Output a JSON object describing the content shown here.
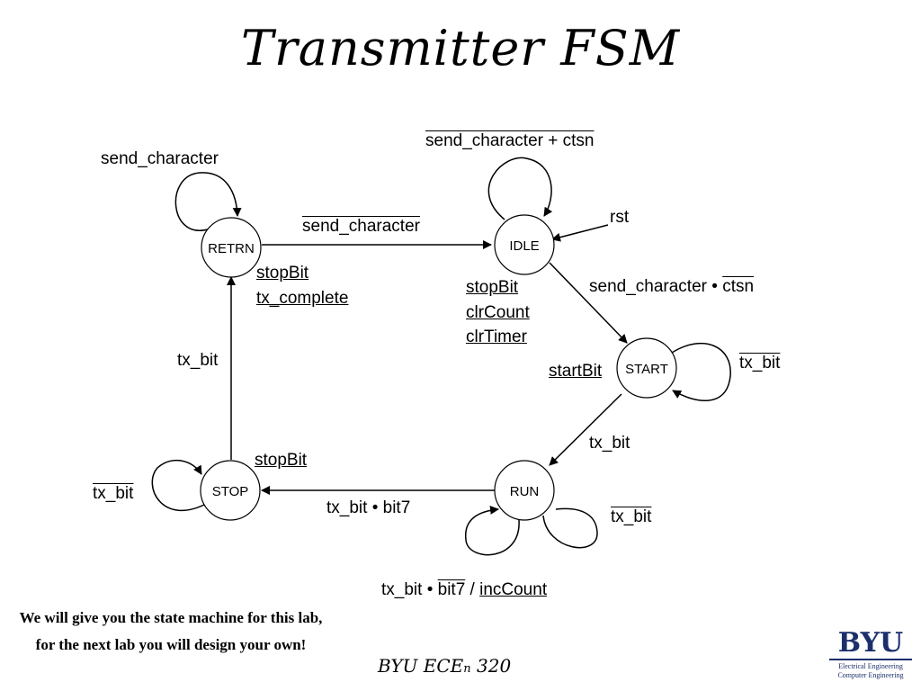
{
  "title": "Transmitter FSM",
  "states": {
    "retrn": "RETRN",
    "idle": "IDLE",
    "start": "START",
    "run": "RUN",
    "stop": "STOP"
  },
  "labels": {
    "retrn_self": "send_character",
    "retrn_to_idle": "send_character",
    "idle_self": "send_character + ctsn",
    "rst": "rst",
    "idle_to_start_a": "send_character •",
    "idle_to_start_b": "ctsn",
    "start_self": "tx_bit",
    "start_to_run": "tx_bit",
    "run_self": "tx_bit",
    "run_self_cond_a": "tx_bit •",
    "run_self_cond_b": "bit7",
    "run_self_cond_sep": "/",
    "run_to_stop": "tx_bit • bit7",
    "stop_self": "tx_bit",
    "stop_to_retrn": "tx_bit"
  },
  "outputs": {
    "retrn_1": "stopBit",
    "retrn_2": "tx_complete",
    "idle_1": "stopBit",
    "idle_2": "clrCount",
    "idle_3": "clrTimer",
    "start_1": "startBit",
    "stop_1": "stopBit",
    "run_1": "incCount"
  },
  "note": "We will give you the state machine for this lab, for the next lab you will design your own!",
  "footer": {
    "main": "BYU ECE",
    "sub": "n",
    "course": "320"
  },
  "logo": {
    "mark": "BYU",
    "dept_1": "Electrical Engineering",
    "dept_2": "Computer Engineering"
  }
}
